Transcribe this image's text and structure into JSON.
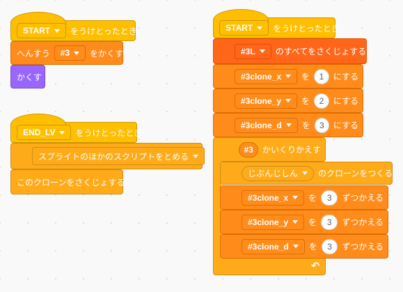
{
  "left_scripts": {
    "script1": {
      "hat_dropdown": "START",
      "hat_text": "をうけとったとき",
      "hide_var_prefix": "へんすう",
      "hide_var_dropdown": "#3",
      "hide_var_suffix": "をかくす",
      "hide_label": "かくす"
    },
    "script2": {
      "hat_dropdown": "END_LV",
      "hat_text": "をうけとったとき",
      "stop_dropdown": "スプライトのほかのスクリプトをとめる",
      "delete_clone_label": "このクローンをさくじょする"
    }
  },
  "right_script": {
    "hat_dropdown": "START",
    "hat_text": "をうけとったとき",
    "delete_all_list": "#3L",
    "delete_all_suffix": "のすべてをさくじょする",
    "set_blocks": [
      {
        "var": "#3clone_x",
        "wo": "を",
        "value": "1",
        "suffix": "にする"
      },
      {
        "var": "#3clone_y",
        "wo": "を",
        "value": "2",
        "suffix": "にする"
      },
      {
        "var": "#3clone_d",
        "wo": "を",
        "value": "3",
        "suffix": "にする"
      }
    ],
    "repeat_var": "#3",
    "repeat_suffix": "かいくりかえす",
    "create_clone_dropdown": "じぶんじしん",
    "create_clone_suffix": "のクローンをつくる",
    "change_blocks": [
      {
        "var": "#3clone_x",
        "wo": "を",
        "value": "3",
        "suffix": "ずつかえる"
      },
      {
        "var": "#3clone_y",
        "wo": "を",
        "value": "3",
        "suffix": "ずつかえる"
      },
      {
        "var": "#3clone_d",
        "wo": "を",
        "value": "3",
        "suffix": "ずつかえる"
      }
    ],
    "loop_arrow": "↶"
  },
  "colors": {
    "events": "#ffbf00",
    "control": "#ffab19",
    "variables": "#ff8c1a",
    "lists": "#ff661a",
    "looks": "#9966ff"
  }
}
